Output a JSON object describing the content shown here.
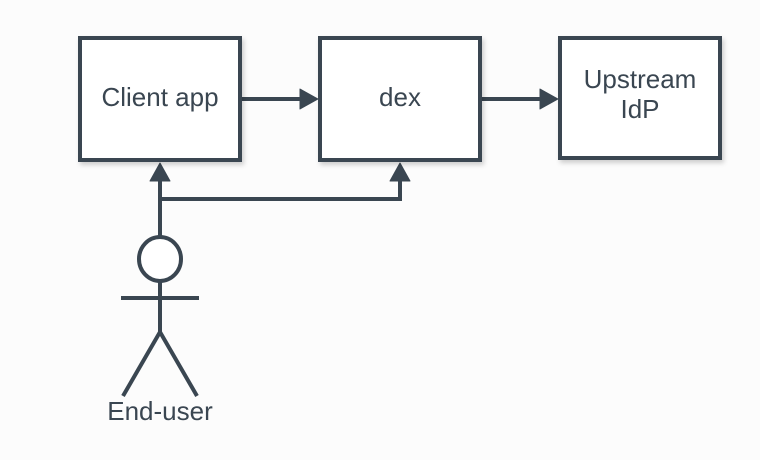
{
  "diagram": {
    "title": "dex authentication flow diagram",
    "colors": {
      "stroke": "#3a4651",
      "node_fill": "#ffffff",
      "background": "#fcfcfc"
    },
    "nodes": [
      {
        "id": "client-app",
        "label": "Client app"
      },
      {
        "id": "dex",
        "label": "dex"
      },
      {
        "id": "upstream-idp",
        "label_line1": "Upstream",
        "label_line2": "IdP"
      }
    ],
    "actor": {
      "id": "end-user",
      "label": "End-user"
    },
    "edges": [
      {
        "from": "Client app",
        "to": "dex"
      },
      {
        "from": "dex",
        "to": "Upstream IdP"
      },
      {
        "from": "End-user",
        "to": "Client app"
      },
      {
        "from": "End-user",
        "to": "dex"
      }
    ]
  }
}
